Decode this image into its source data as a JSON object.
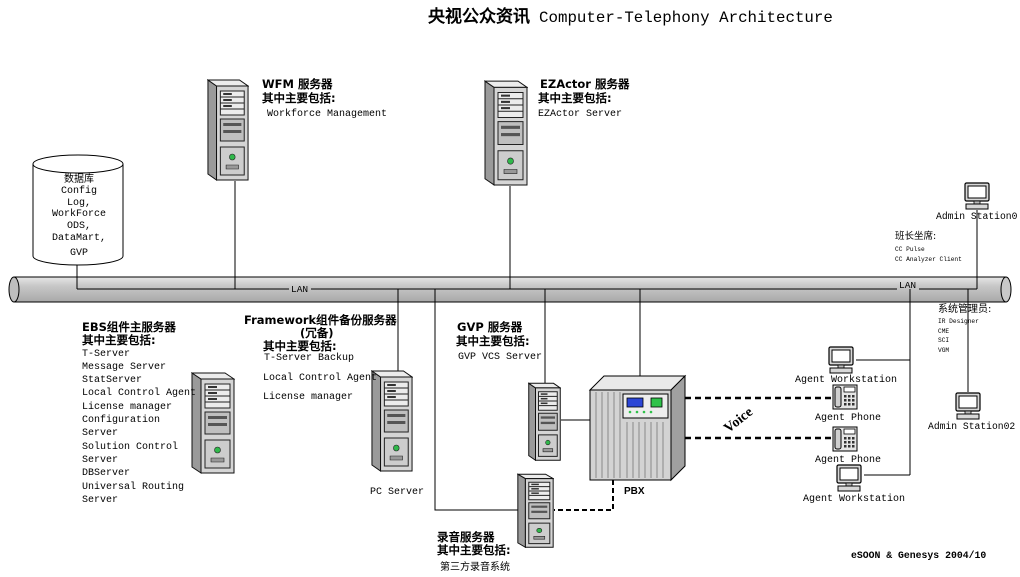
{
  "title": {
    "cn_part": "央视公众资讯",
    "en_part": "Computer-Telephony Architecture"
  },
  "wfm": {
    "heading": "WFM 服务器",
    "subheading": "其中主要包括:",
    "items": [
      "Workforce Management"
    ]
  },
  "ezactor": {
    "heading": "EZActor 服务器",
    "subheading": "其中主要包括:",
    "items": [
      "EZActor Server"
    ]
  },
  "database": {
    "lines": [
      "数据库",
      "Config",
      "Log,",
      "WorkForce",
      "ODS,",
      "DataMart,",
      "GVP"
    ]
  },
  "lan": {
    "label_left": "LAN",
    "label_right": "LAN"
  },
  "admin_station_0": {
    "label": "Admin Station0"
  },
  "team_lead": {
    "heading": "班长坐席:",
    "items": [
      "CC Pulse",
      "CC Analyzer Client"
    ]
  },
  "sysadmin": {
    "heading": "系统管理员:",
    "items": [
      "IR Designer",
      "CME",
      "SCI",
      "VGM"
    ]
  },
  "admin_station_02": {
    "label": "Admin Station02"
  },
  "ebs": {
    "heading": "EBS组件主服务器",
    "subheading": "其中主要包括:",
    "items": [
      "T-Server",
      "Message Server",
      "StatServer",
      "Local Control Agent",
      "License manager",
      "Configuration",
      "Server",
      "Solution Control",
      "Server",
      "DBServer",
      "Universal Routing",
      "Server"
    ]
  },
  "framework": {
    "heading": "Framework组件备份服务器",
    "note": "(冗备)",
    "subheading": "其中主要包括:",
    "items": [
      "T-Server Backup",
      "Local Control Agent",
      "License manager"
    ]
  },
  "pc_server": {
    "label": "PC Server"
  },
  "gvp": {
    "heading": "GVP 服务器",
    "subheading": "其中主要包括:",
    "items": [
      "GVP VCS Server"
    ]
  },
  "agents": {
    "workstation_top": "Agent Workstation",
    "phone_1": "Agent Phone",
    "phone_2": "Agent Phone",
    "workstation_bottom": "Agent Workstation"
  },
  "voice_label": "Voice",
  "pbx_label": "PBX",
  "recording": {
    "heading": "录音服务器",
    "subheading": "其中主要包括:",
    "items": [
      "第三方录音系统"
    ]
  },
  "footer": "eSOON & Genesys 2004/10",
  "icons": {
    "server": "server-tower-icon",
    "workstation": "monitor-icon",
    "phone": "phone-icon",
    "database": "database-icon",
    "pbx": "pbx-icon",
    "network": "lan-pipe-icon"
  },
  "colors": {
    "background": "#ffffff",
    "line": "#000000",
    "pipe": "#c6c6c6",
    "server_face": "#d5d5d5",
    "pbx_display_blue": "#2c46d6",
    "pbx_display_green": "#2fc24a"
  }
}
